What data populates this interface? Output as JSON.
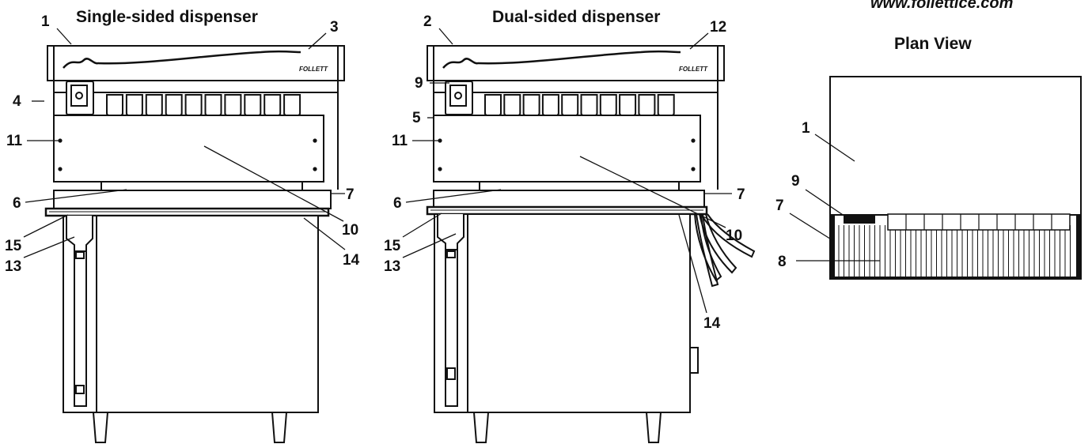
{
  "titles": {
    "single": "Single-sided dispenser",
    "dual": "Dual-sided dispenser",
    "plan": "Plan View",
    "url": "www.follettice.com"
  },
  "brand": "FOLLETT",
  "single_labels": {
    "l1": "1",
    "l3": "3",
    "l4": "4",
    "l11": "11",
    "l6": "6",
    "l7": "7",
    "l10": "10",
    "l15": "15",
    "l13": "13",
    "l14": "14"
  },
  "dual_labels": {
    "l2": "2",
    "l12": "12",
    "l9": "9",
    "l5": "5",
    "l11": "11",
    "l6": "6",
    "l7": "7",
    "l10": "10",
    "l15": "15",
    "l13": "13",
    "l14": "14"
  },
  "plan_labels": {
    "l1": "1",
    "l9": "9",
    "l7": "7",
    "l8": "8"
  },
  "valves_per_unit": 10
}
